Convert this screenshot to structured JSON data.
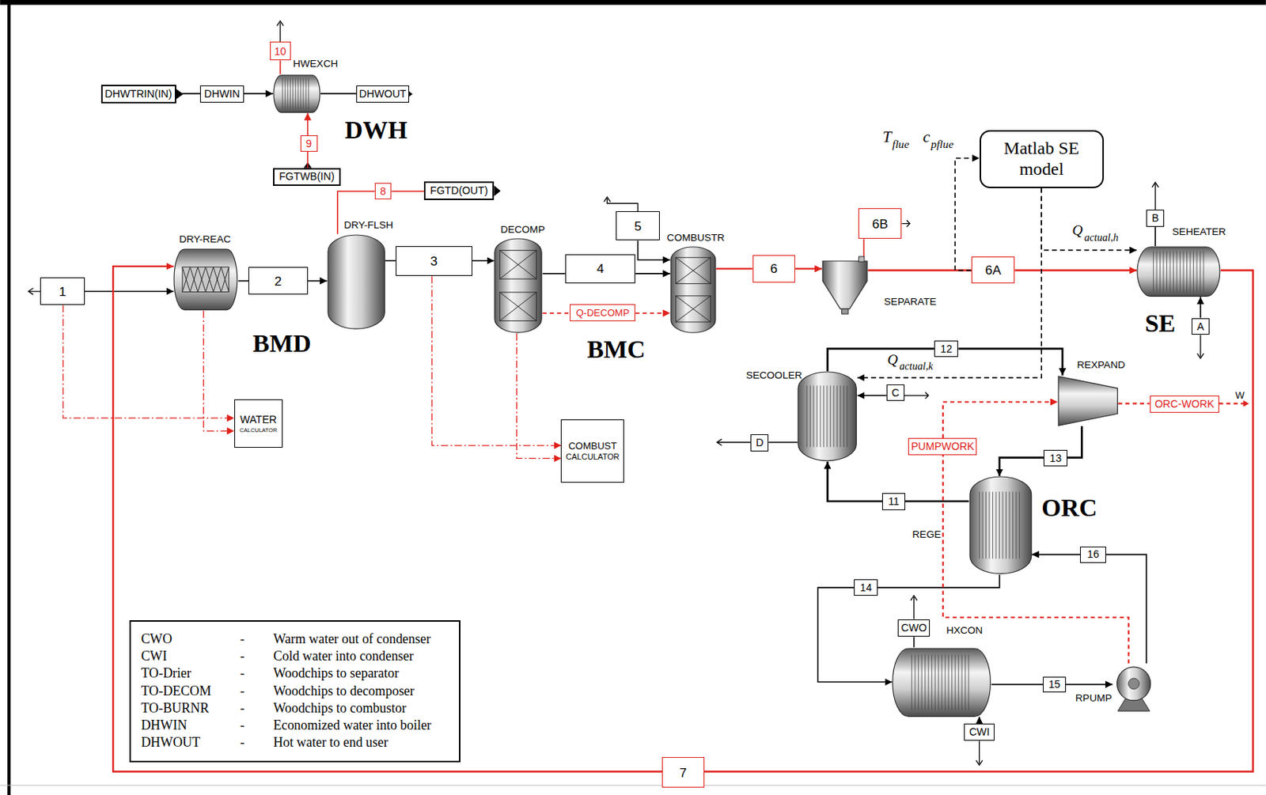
{
  "diagram": {
    "nodes": [
      {
        "text": [
          "10"
        ]
      },
      {
        "text": [
          "HWEXCH"
        ]
      },
      {
        "text": [
          "DHWTRIN(IN)"
        ]
      },
      {
        "text": [
          "DHWIN"
        ]
      },
      {
        "text": [
          "DHWOUT"
        ]
      },
      {
        "text": [
          "9"
        ]
      },
      {
        "text": [
          "FGTWB(IN)"
        ]
      },
      {
        "text": [
          "Matlab SE model"
        ]
      },
      {
        "text": [
          "8"
        ]
      },
      {
        "text": [
          "FGTD(OUT)"
        ]
      },
      {
        "text": [
          "5"
        ]
      },
      {
        "text": [
          "6B"
        ]
      },
      {
        "text": [
          "B"
        ]
      },
      {
        "text": [
          "DRY-REAC"
        ]
      },
      {
        "text": [
          "DRY-FLSH"
        ]
      },
      {
        "text": [
          "DECOMP"
        ]
      },
      {
        "text": [
          "COMBUSTR"
        ]
      },
      {
        "text": [
          "SEHEATER"
        ]
      },
      {
        "text": [
          "1"
        ]
      },
      {
        "text": [
          "2"
        ]
      },
      {
        "text": [
          "3"
        ]
      },
      {
        "text": [
          "4"
        ]
      },
      {
        "text": [
          "6"
        ]
      },
      {
        "text": [
          "6A"
        ]
      },
      {
        "text": [
          "SEPARATE"
        ]
      },
      {
        "text": [
          "Q-DECOMP"
        ]
      },
      {
        "text": [
          "A"
        ]
      },
      {
        "text": [
          "12"
        ]
      },
      {
        "text": [
          "SECOOLER"
        ]
      },
      {
        "text": [
          "C"
        ]
      },
      {
        "text": [
          "REXPAND"
        ]
      },
      {
        "text": [
          "ORC-WORK"
        ]
      },
      {
        "text": [
          "WATER",
          "CALCULATOR"
        ]
      },
      {
        "text": [
          "D"
        ]
      },
      {
        "text": [
          "PUMPWORK"
        ]
      },
      {
        "text": [
          "COMBUST",
          "CALCULATOR"
        ]
      },
      {
        "text": [
          "13"
        ]
      },
      {
        "text": [
          "11"
        ]
      },
      {
        "text": [
          "REGE"
        ]
      },
      {
        "text": [
          "16"
        ]
      },
      {
        "text": [
          "14"
        ]
      },
      {
        "text": [
          "CWO"
        ]
      },
      {
        "text": [
          "HXCON"
        ]
      },
      {
        "text": [
          "15"
        ]
      },
      {
        "text": [
          "RPUMP"
        ]
      },
      {
        "text": [
          "CWI"
        ]
      },
      {
        "text": [
          "CWO",
          "-",
          "Warm water out of condenser",
          "CWI",
          "-",
          "Cold water into condenser",
          "TO-Drier",
          "-",
          "Woodchips to separator",
          "TO-DECOM",
          "-",
          "Woodchips to decomposer",
          "TO-BURNR",
          "-",
          "Woodchips to combustor",
          "DHWIN",
          "-",
          "Economized water into boiler",
          "DHWOUT",
          "-",
          "Hot water to end user"
        ]
      },
      {
        "text": [
          "7"
        ]
      }
    ],
    "edges": [
      {
        "from": 2,
        "to": 3,
        "arrow": "none"
      },
      {
        "from": 3,
        "to": 1,
        "arrow": "to"
      },
      {
        "from": 1,
        "to": 4,
        "arrow": "none"
      },
      {
        "from": 6,
        "to": 5,
        "arrow": "none"
      },
      {
        "from": 5,
        "to": 1,
        "arrow": "to"
      },
      {
        "from": 1,
        "to": 0,
        "arrow": "none"
      },
      {
        "from": 14,
        "to": 8,
        "arrow": "none"
      },
      {
        "from": 8,
        "to": 9,
        "arrow": "none"
      },
      {
        "from": 18,
        "to": 13,
        "arrow": "to"
      },
      {
        "from": 13,
        "to": 19,
        "arrow": "none"
      },
      {
        "from": 19,
        "to": 14,
        "arrow": "to"
      },
      {
        "from": 14,
        "to": 20,
        "arrow": "none"
      },
      {
        "from": 20,
        "to": 15,
        "arrow": "to"
      },
      {
        "from": 15,
        "to": 21,
        "arrow": "none"
      },
      {
        "from": 21,
        "to": 16,
        "arrow": "to"
      },
      {
        "from": 10,
        "to": 16,
        "arrow": "to"
      },
      {
        "from": 15,
        "to": 25,
        "arrow": "none"
      },
      {
        "from": 25,
        "to": 16,
        "arrow": "to"
      },
      {
        "from": 16,
        "to": 22,
        "arrow": "none"
      },
      {
        "from": 22,
        "to": 24,
        "arrow": "to"
      },
      {
        "from": 24,
        "to": 11,
        "arrow": "none"
      },
      {
        "from": 24,
        "to": 23,
        "arrow": "none"
      },
      {
        "from": 23,
        "to": 17,
        "arrow": "to"
      },
      {
        "from": 17,
        "to": 12,
        "arrow": "none"
      },
      {
        "from": 26,
        "to": 17,
        "arrow": "to"
      },
      {
        "from": 23,
        "to": 7,
        "arrow": "to"
      },
      {
        "from": 7,
        "to": 17,
        "arrow": "to"
      },
      {
        "from": 7,
        "to": 28,
        "arrow": "to"
      },
      {
        "from": 17,
        "to": 47,
        "arrow": "none"
      },
      {
        "from": 47,
        "to": 13,
        "arrow": "to"
      },
      {
        "from": 28,
        "to": 27,
        "arrow": "none"
      },
      {
        "from": 27,
        "to": 30,
        "arrow": "to"
      },
      {
        "from": 30,
        "to": 36,
        "arrow": "none"
      },
      {
        "from": 36,
        "to": 38,
        "arrow": "to"
      },
      {
        "from": 38,
        "to": 37,
        "arrow": "none"
      },
      {
        "from": 37,
        "to": 28,
        "arrow": "to"
      },
      {
        "from": 29,
        "to": 28,
        "arrow": "to"
      },
      {
        "from": 28,
        "to": 33,
        "arrow": "none"
      },
      {
        "from": 30,
        "to": 31,
        "arrow": "none"
      },
      {
        "from": 38,
        "to": 40,
        "arrow": "none"
      },
      {
        "from": 40,
        "to": 42,
        "arrow": "to"
      },
      {
        "from": 42,
        "to": 43,
        "arrow": "none"
      },
      {
        "from": 43,
        "to": 44,
        "arrow": "to"
      },
      {
        "from": 44,
        "to": 39,
        "arrow": "none"
      },
      {
        "from": 39,
        "to": 38,
        "arrow": "to"
      },
      {
        "from": 42,
        "to": 41,
        "arrow": "none"
      },
      {
        "from": 45,
        "to": 42,
        "arrow": "to"
      },
      {
        "from": 44,
        "to": 34,
        "arrow": "none"
      },
      {
        "from": 34,
        "to": 30,
        "arrow": "to"
      },
      {
        "from": 18,
        "to": 32,
        "arrow": "to"
      },
      {
        "from": 13,
        "to": 32,
        "arrow": "to"
      },
      {
        "from": 20,
        "to": 35,
        "arrow": "to"
      },
      {
        "from": 15,
        "to": 35,
        "arrow": "to"
      }
    ],
    "labels": [
      "DWH",
      "BMD",
      "BMC",
      "SE",
      "ORC",
      "T",
      "flue",
      "c",
      "pflue",
      "Q",
      "actual,h",
      "Q",
      "actual,k",
      "W"
    ]
  }
}
